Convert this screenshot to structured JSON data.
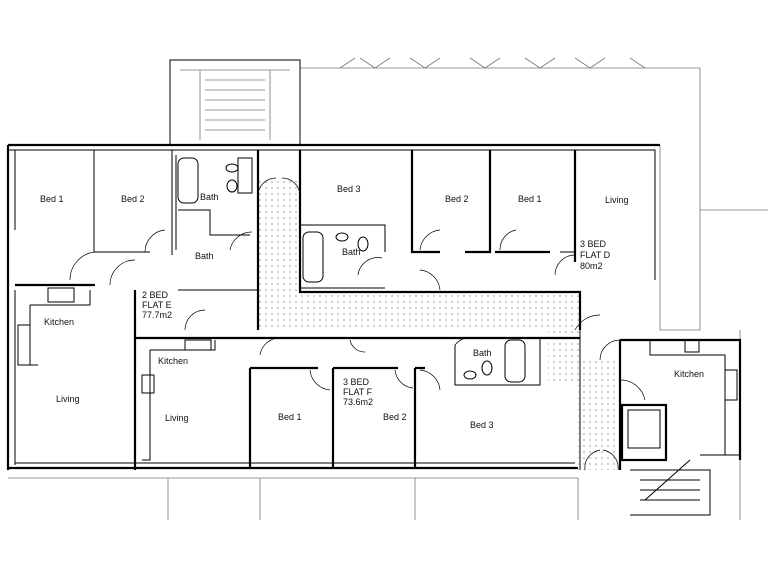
{
  "plan": {
    "flat_e": {
      "line1": "2 BED",
      "line2": "FLAT E",
      "area": "77.7m2"
    },
    "flat_d": {
      "line1": "3 BED",
      "line2": "FLAT D",
      "area": "80m2"
    },
    "flat_f": {
      "line1": "3 BED",
      "line2": "FLAT F",
      "area": "73.6m2"
    },
    "rooms": {
      "e_bed1": "Bed 1",
      "e_bed2": "Bed 2",
      "e_bath1": "Bath",
      "e_bath2": "Bath",
      "e_kitchen": "Kitchen",
      "e_living": "Living",
      "d_bed3": "Bed 3",
      "d_bath": "Bath",
      "d_bed2": "Bed 2",
      "d_bed1": "Bed 1",
      "d_living": "Living",
      "f_kitchen": "Kitchen",
      "f_living": "Living",
      "f_bed1": "Bed 1",
      "f_bed2": "Bed 2",
      "f_bed3": "Bed 3",
      "f_bath": "Bath",
      "r_kitchen": "Kitchen"
    },
    "colors": {
      "walls": "#000000",
      "corridor_dots": "#555555",
      "background": "#ffffff"
    }
  }
}
